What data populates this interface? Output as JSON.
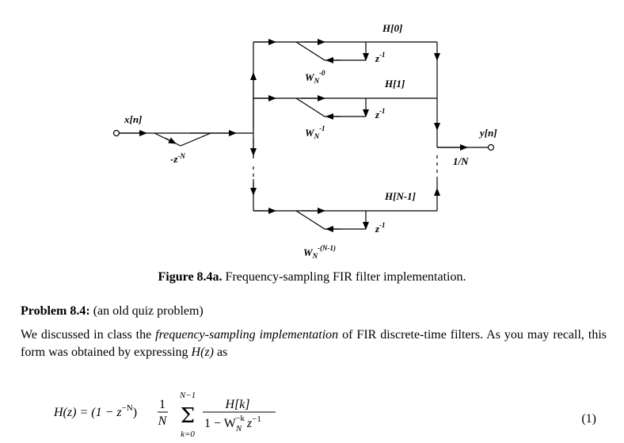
{
  "diagram": {
    "input_label": "x[n]",
    "output_label": "y[n]",
    "comb_label_base": "-z",
    "comb_label_exp": "-N",
    "gain_label": "1/N",
    "branches": [
      {
        "coef_label": "H[0]",
        "delay_base": "z",
        "delay_exp": "-1",
        "twiddle_base": "W",
        "twiddle_sub": "N",
        "twiddle_exp": "-0"
      },
      {
        "coef_label": "H[1]",
        "delay_base": "z",
        "delay_exp": "-1",
        "twiddle_base": "W",
        "twiddle_sub": "N",
        "twiddle_exp": "-1"
      },
      {
        "coef_label": "H[N-1]",
        "delay_base": "z",
        "delay_exp": "-1",
        "twiddle_base": "W",
        "twiddle_sub": "N",
        "twiddle_exp": "-(N-1)"
      }
    ]
  },
  "caption": {
    "label": "Figure 8.4a.",
    "text": " Frequency-sampling FIR filter implementation."
  },
  "problem": {
    "title": "Problem 8.4:",
    "subtitle": " (an old quiz problem)",
    "text_before": "We discussed in class the ",
    "text_emphasis": "frequency-sampling implementation",
    "text_after": " of FIR discrete-time filters. As you may recall, this form was obtained by expressing ",
    "text_math": "H(z)",
    "text_end": " as"
  },
  "equation": {
    "lhs": "H(z) = (1 − z",
    "lhs_exp": "−N",
    "lhs_close": ")",
    "frac1_num": "1",
    "frac1_den": "N",
    "sum_upper": "N−1",
    "sum_lower": "k=0",
    "frac2_num": "H[k]",
    "frac2_den_a": "1 − W",
    "frac2_den_sub": "N",
    "frac2_den_exp": "−k",
    "frac2_den_b": "z",
    "frac2_den_b_exp": "−1",
    "number": "(1)"
  }
}
